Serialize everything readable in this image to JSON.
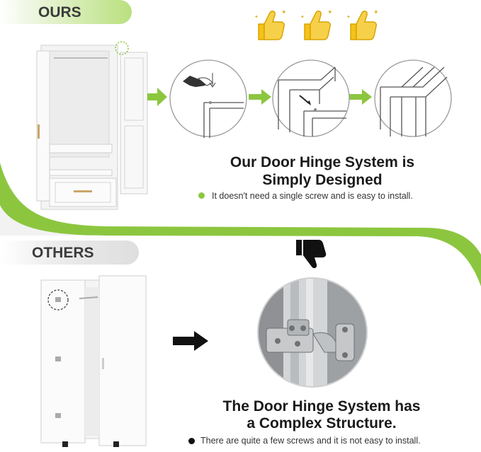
{
  "ours": {
    "label": "OURS",
    "heading_line1": "Our Door Hinge System is",
    "heading_line2": "Simply Designed",
    "bullet": "It doesn't need a single screw and is easy to install.",
    "accent": "#8cc63f",
    "icons": [
      "thumbs-up-icon",
      "thumbs-up-icon",
      "thumbs-up-icon"
    ]
  },
  "others": {
    "label": "OTHERS",
    "heading_line1": "The Door Hinge System has",
    "heading_line2": "a Complex Structure.",
    "bullet": "There are quite a few screws and it is not easy to install.",
    "icons": [
      "thumbs-down-icon"
    ]
  }
}
